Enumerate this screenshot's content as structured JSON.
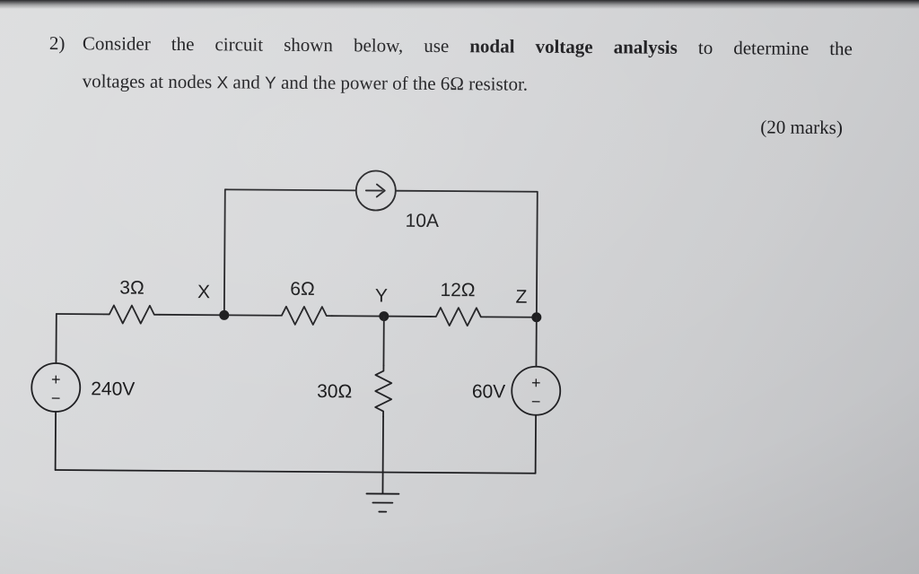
{
  "question": {
    "number": "2)",
    "line1_pre": "Consider the circuit shown below, use",
    "line1_bold": "nodal voltage analysis",
    "line1_post": "to determine the",
    "line2_a": "voltages at nodes",
    "line2_x": "X",
    "line2_b": "and",
    "line2_y": "Y",
    "line2_c": "and the power of the 6Ω resistor.",
    "marks": "(20 marks)"
  },
  "circuit": {
    "current_source": {
      "label": "10A"
    },
    "resistors": {
      "r3": "3Ω",
      "r6": "6Ω",
      "r12": "12Ω",
      "r30": "30Ω"
    },
    "nodes": {
      "x": "X",
      "y": "Y",
      "z": "Z"
    },
    "sources": {
      "v240": {
        "label": "240V",
        "plus": "+",
        "minus": "−"
      },
      "v60": {
        "label": "60V",
        "plus": "+",
        "minus": "−"
      }
    },
    "colors": {
      "ink": "#1b1b1e",
      "paper": "#d3d4d6"
    }
  }
}
